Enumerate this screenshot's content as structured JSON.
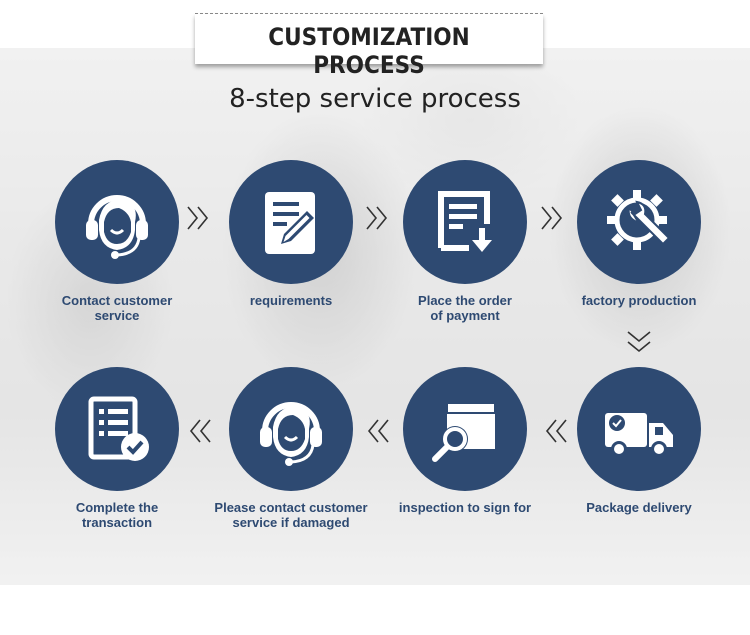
{
  "header": {
    "title": "CUSTOMIZATION PROCESS",
    "subtitle": "8-step service process"
  },
  "steps": [
    {
      "label": "Contact customer\nservice",
      "icon": "headset-agent-icon"
    },
    {
      "label": "requirements",
      "icon": "document-edit-icon"
    },
    {
      "label": "Place the order\nof payment",
      "icon": "document-download-icon"
    },
    {
      "label": "factory production",
      "icon": "gear-wrench-icon"
    },
    {
      "label": "Package delivery",
      "icon": "delivery-truck-icon"
    },
    {
      "label": "inspection to sign for",
      "icon": "box-inspect-icon"
    },
    {
      "label": "Please contact customer\nservice if damaged",
      "icon": "headset-agent-icon"
    },
    {
      "label": "Complete the\ntransaction",
      "icon": "checklist-complete-icon"
    }
  ],
  "colors": {
    "circle": "#2e4a72",
    "label": "#2e4a72",
    "title": "#222222"
  }
}
